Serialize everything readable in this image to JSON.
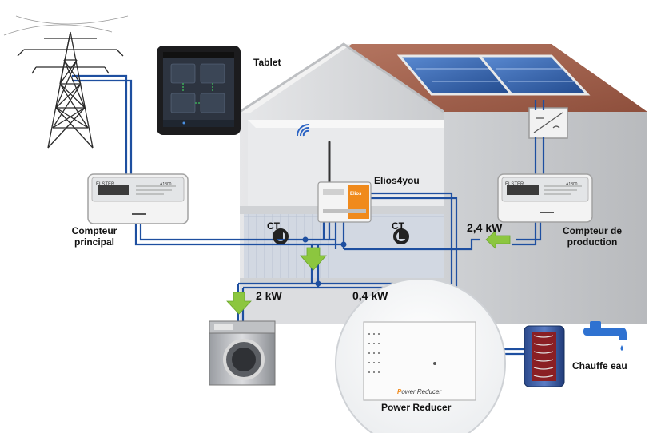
{
  "labels": {
    "tablet": "Tablet",
    "elios": "Elios4you",
    "ct_left": "CT",
    "ct_right": "CT",
    "meter_main_line1": "Compteur",
    "meter_main_line2": "principal",
    "meter_prod_line1": "Compteur de",
    "meter_prod_line2": "production",
    "power_in": "2,4 kW",
    "power_washer": "2 kW",
    "power_heater": "0,4 kW",
    "water_heater": "Chauffe eau",
    "power_reducer": "Power Reducer",
    "power_reducer_brand": "ower Reducer",
    "power_reducer_p": "P",
    "elios_brand": "Elios",
    "meter_brand": "ELSTER",
    "meter_code": "A1800"
  },
  "colors": {
    "wire": "#1e4fa0",
    "arrow": "#8cc63f",
    "roof": "#a0604a",
    "wall": "#d9dadc",
    "panel": "#3566b0",
    "orange": "#f08a1c"
  },
  "icons": {
    "pylon": "power-pylon-icon",
    "wifi": "wifi-icon",
    "faucet": "water-faucet-icon"
  }
}
